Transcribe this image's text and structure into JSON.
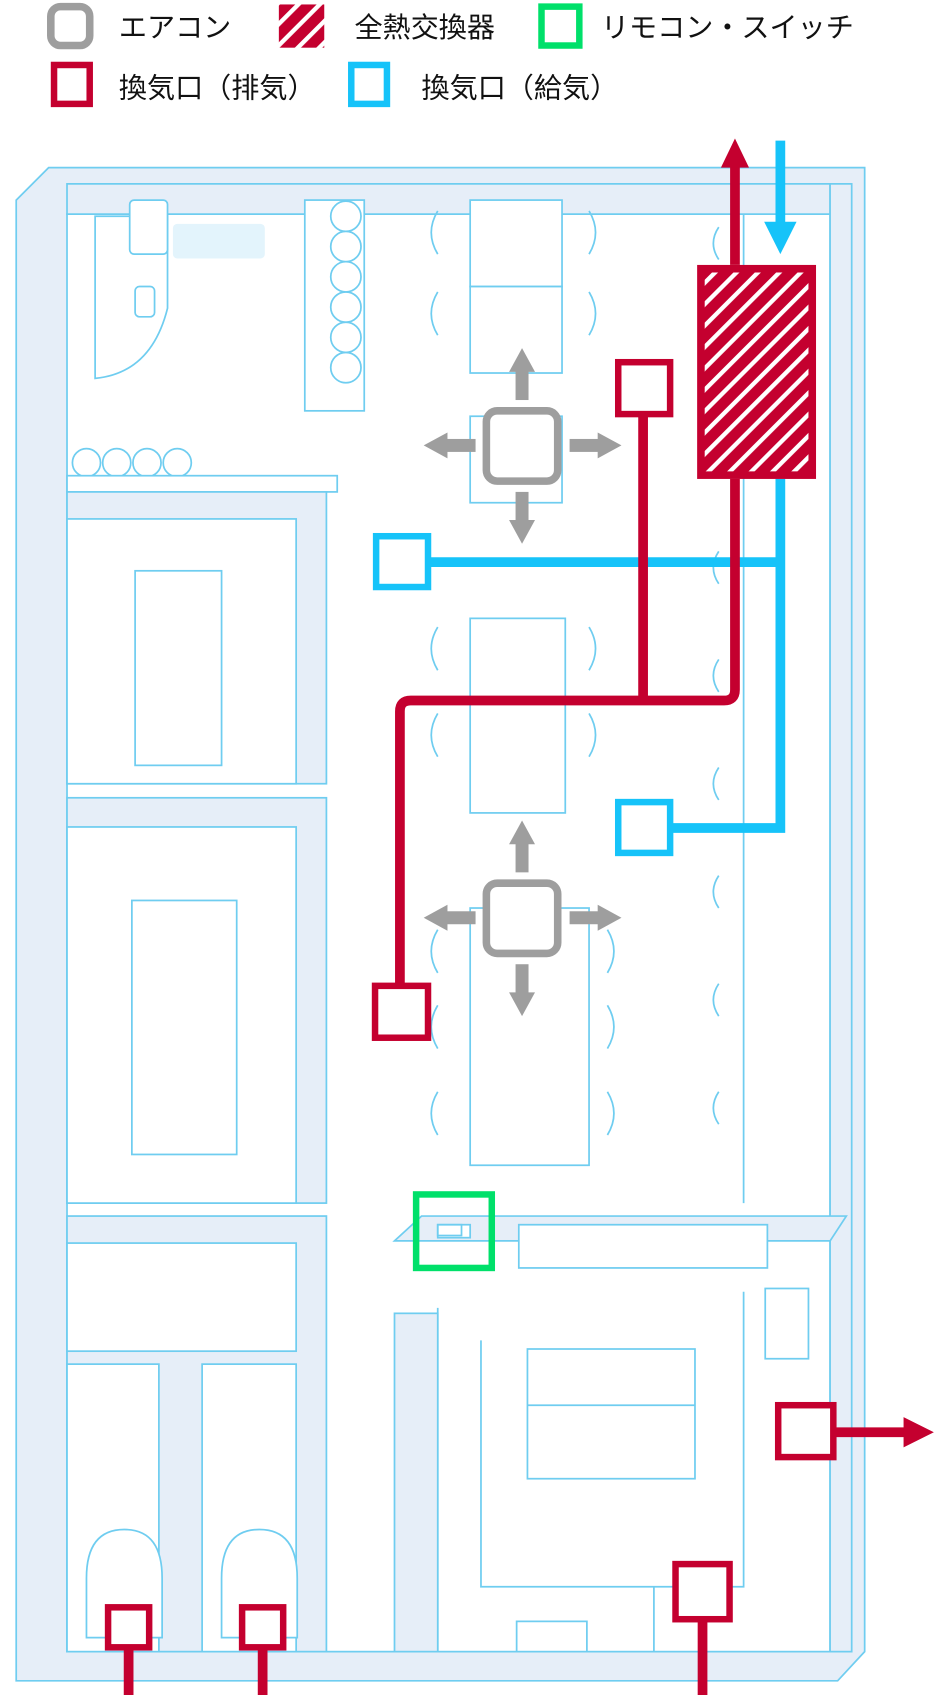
{
  "legend": {
    "aircon": "エアコン",
    "heat_exchanger": "全熱交換器",
    "remote_switch": "リモコン・スイッチ",
    "exhaust_vent": "換気口（排気）",
    "supply_vent": "換気口（給気）"
  },
  "colors": {
    "aircon": "#9e9e9e",
    "exhaust": "#c4002f",
    "supply": "#16c3f9",
    "remote": "#00e06a",
    "floorplan_line": "#6fcdf0",
    "wall_fill": "#e6eef8"
  }
}
